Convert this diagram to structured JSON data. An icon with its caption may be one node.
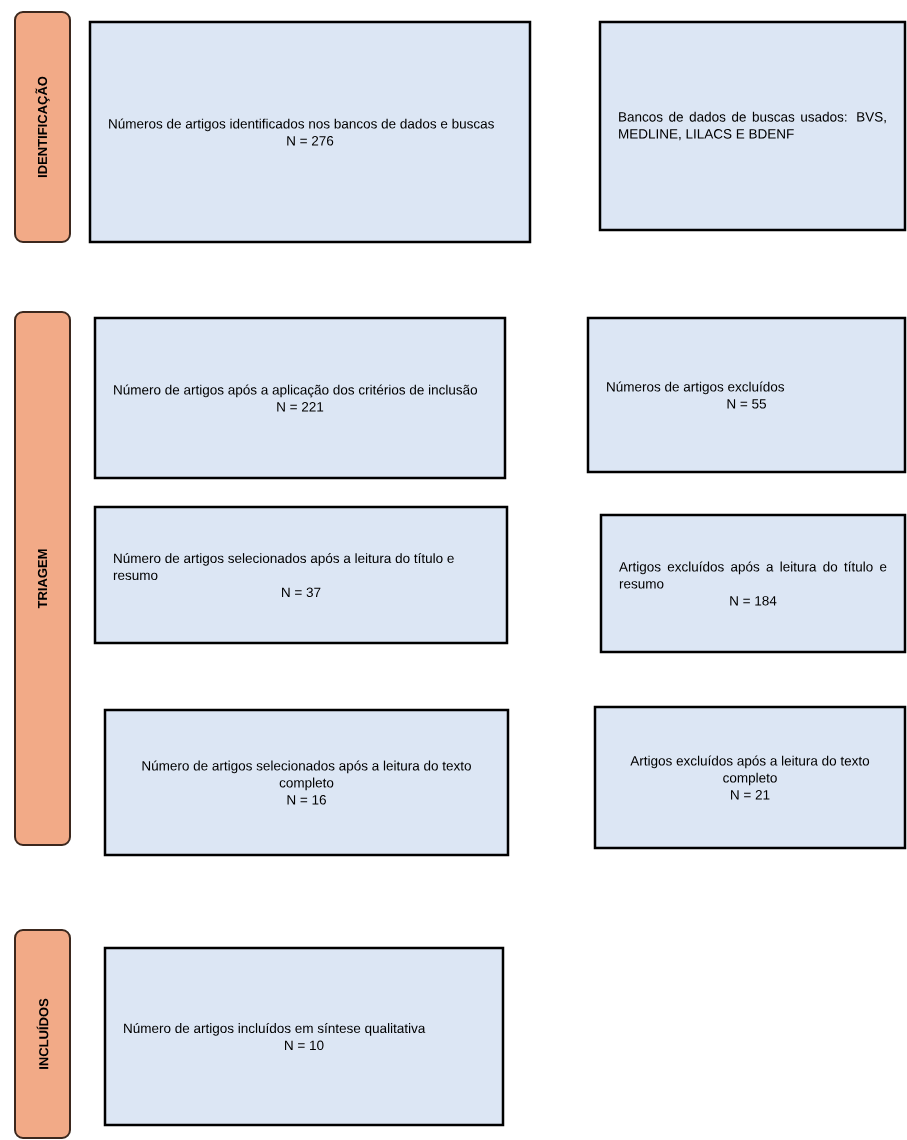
{
  "diagram": {
    "nodes": [
      {
        "text": [
          "IDENTIFICAÇÃO"
        ]
      },
      {
        "text": [
          "Números de artigos identificados nos bancos de dados e buscas",
          "N = 276"
        ]
      },
      {
        "text": [
          "Bancos de dados de buscas usados: BVS, MEDLINE, LILACS E BDENF"
        ]
      },
      {
        "text": [
          "TRIAGEM"
        ]
      },
      {
        "text": [
          "Número de artigos após a aplicação dos critérios de inclusão",
          "N = 221"
        ]
      },
      {
        "text": [
          "Números de artigos excluídos",
          "N = 55"
        ]
      },
      {
        "text": [
          "Número de artigos selecionados após a leitura do título e resumo",
          "N = 37"
        ]
      },
      {
        "text": [
          "Artigos excluídos após a leitura do título e resumo",
          "N = 184"
        ]
      },
      {
        "text": [
          "Número de artigos selecionados após a leitura do texto completo",
          "N = 16"
        ]
      },
      {
        "text": [
          "Artigos excluídos após a leitura do texto completo",
          "N = 21"
        ]
      },
      {
        "text": [
          "INCLUÍDOS"
        ]
      },
      {
        "text": [
          "Número de artigos incluídos em síntese qualitativa",
          "N = 10"
        ]
      }
    ]
  }
}
